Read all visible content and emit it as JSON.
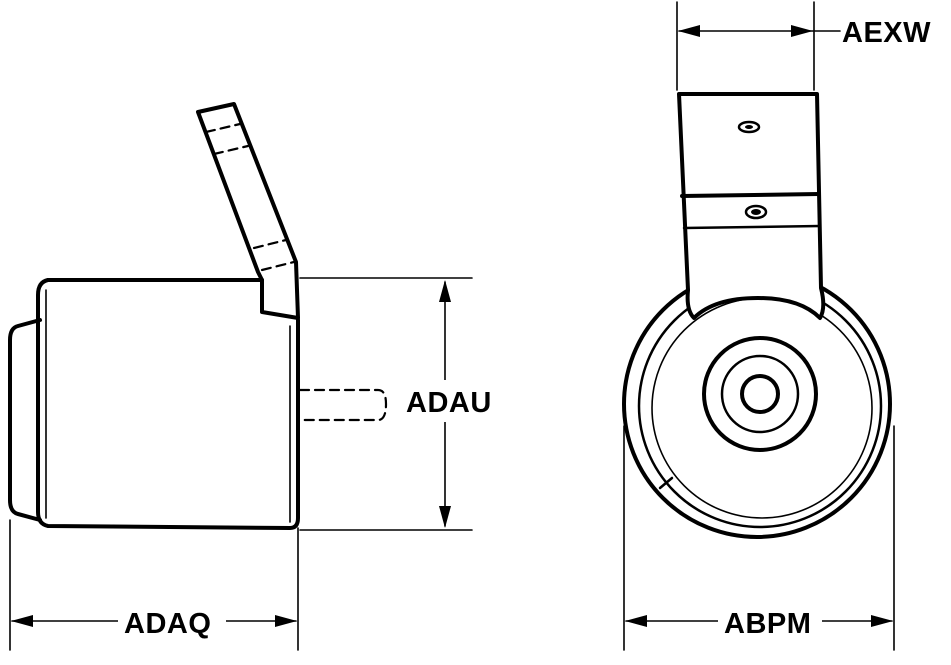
{
  "diagram": {
    "labels": {
      "width_dim": "AEXW",
      "height_dim": "ADAU",
      "length_dim": "ADAQ",
      "diameter_dim": "ABPM"
    }
  }
}
